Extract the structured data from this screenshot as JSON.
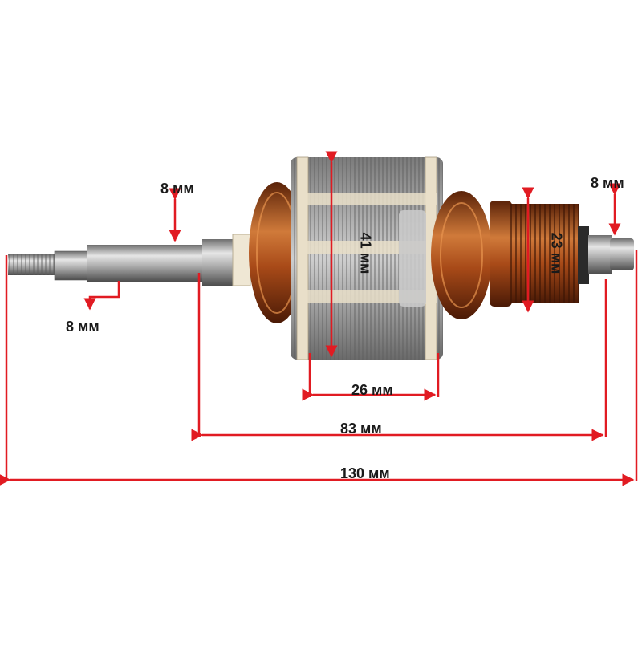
{
  "dimensions": {
    "shaft_diameter_top": "8 мм",
    "shaft_diameter_bottom": "8 мм",
    "end_diameter": "8 мм",
    "core_diameter": "41 мм",
    "commutator_diameter": "23 мм",
    "core_length": "26 мм",
    "bearing_span": "83 мм",
    "total_length": "130 мм"
  },
  "colors": {
    "dimension_line": "#e11b22",
    "copper": "#b5541e",
    "steel": "#a9a9a9"
  }
}
